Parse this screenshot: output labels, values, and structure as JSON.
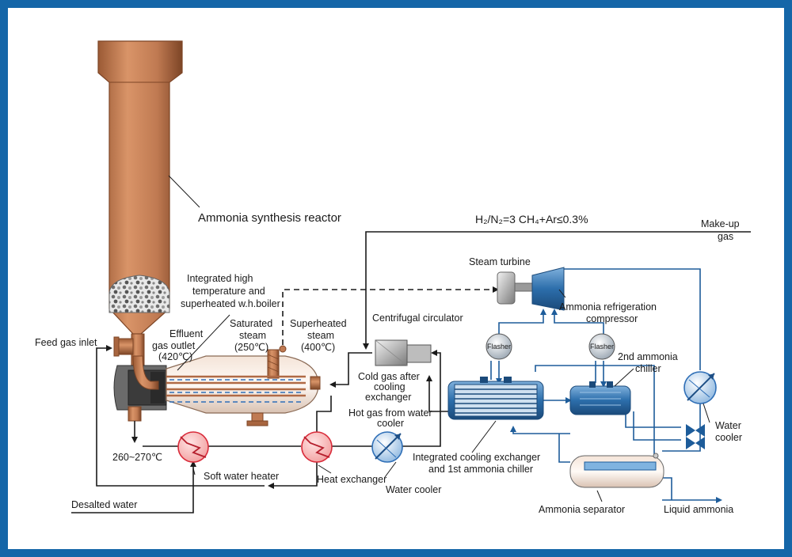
{
  "colors": {
    "frame": "#1566a8",
    "pipe_black": "#1a1a1a",
    "pipe_blue": "#1d5c9a",
    "copper": "#c07a52",
    "copper_dark": "#8a4d2c",
    "hx_red": "#d92b3a",
    "hx_blue": "#2f6fb7"
  },
  "labels": {
    "reactor": "Ammonia synthesis reactor",
    "ratio_main": "H₂/N₂=3   CH₄+Ar≤0.3%",
    "makeup_line1": "Make-up",
    "makeup_line2": "gas",
    "boiler_line1": "Integrated high",
    "boiler_line2": "temperature and",
    "boiler_line3": "superheated w.h.boiler",
    "effluent_line1": "Effluent",
    "effluent_line2": "gas outlet",
    "effluent_line3": "(420℃)",
    "feed_gas_inlet": "Feed gas inlet",
    "sat_steam_line1": "Saturated",
    "sat_steam_line2": "steam",
    "sat_steam_line3": "(250℃)",
    "sup_steam_line1": "Superheated",
    "sup_steam_line2": "steam",
    "sup_steam_line3": "(400℃)",
    "centrifugal_circulator": "Centrifugal circulator",
    "steam_turbine": "Steam turbine",
    "ammonia_ref_line1": "Ammonia refrigeration",
    "ammonia_ref_line2": "compressor",
    "flasher_left": "Flasher",
    "flasher_right": "Flasher",
    "chiller2_line1": "2nd ammonia",
    "chiller2_line2": "chiller",
    "cold_gas_line1": "Cold gas after",
    "cold_gas_line2": "cooling",
    "cold_gas_line3": "exchanger",
    "hot_gas_line1": "Hot gas from water",
    "hot_gas_line2": "cooler",
    "temp_range": "260~270℃",
    "soft_water_heater": "Soft water heater",
    "heat_exchanger": "Heat exchanger",
    "water_cooler_center": "Water cooler",
    "integrated_line1": "Integrated cooling exchanger",
    "integrated_line2": "and 1st ammonia chiller",
    "water_cooler_right_line1": "Water",
    "water_cooler_right_line2": "cooler",
    "desalted_water": "Desalted water",
    "ammonia_separator": "Ammonia separator",
    "liquid_ammonia": "Liquid ammonia"
  }
}
